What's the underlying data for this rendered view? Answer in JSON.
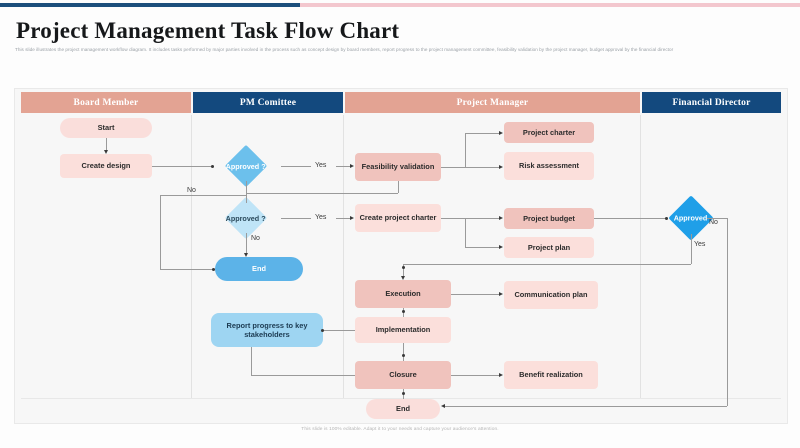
{
  "slide": {
    "title": "Project Management Task Flow Chart",
    "subtitle": "This slide illustrates the project management workflow diagram. It includes tasks performed by major parties involved in the process such as concept design by board members, report progress to the project management committee, feasibility validation by the project manager, budget approval by the financial director",
    "footer": "This slide is 100% editable. Adapt it to your needs and capture your audience's attention."
  },
  "colors": {
    "accent_navy": "#1c4f7c",
    "accent_pink": "#f3c7ce",
    "lane_salmon": "#e3a393",
    "lane_navy": "#13497e",
    "node_pink_dark": "#f0c3bd",
    "node_pink_light": "#fbdfdb",
    "node_blue": "#5cb3e8",
    "node_blue_soft": "#9ed5f2",
    "diamond_blue": "#1f9fe8"
  },
  "lanes": [
    {
      "label": "Board Member",
      "style": "salmon"
    },
    {
      "label": "PM Comittee",
      "style": "navy"
    },
    {
      "label": "Project Manager",
      "style": "salmon"
    },
    {
      "label": "Financial Director",
      "style": "navy"
    }
  ],
  "nodes": {
    "start": "Start",
    "create_design": "Create design",
    "approved_1": "Approved ?",
    "approved_2": "Approved ?",
    "end_pm": "End",
    "report_progress": "Report progress to key stakeholders",
    "feasibility": "Feasibility validation",
    "create_charter": "Create project charter",
    "project_charter": "Project charter",
    "risk_assessment": "Risk assessment",
    "project_budget": "Project budget",
    "project_plan": "Project plan",
    "execution": "Execution",
    "implementation": "Implementation",
    "closure": "Closure",
    "communication_plan": "Communication plan",
    "benefit_realization": "Benefit realization",
    "end_pmgr": "End",
    "approved_fin": "Approved"
  },
  "edge_labels": {
    "yes_1": "Yes",
    "no_1": "No",
    "yes_2": "Yes",
    "no_2": "No",
    "yes_fin": "Yes",
    "no_fin": "No"
  }
}
